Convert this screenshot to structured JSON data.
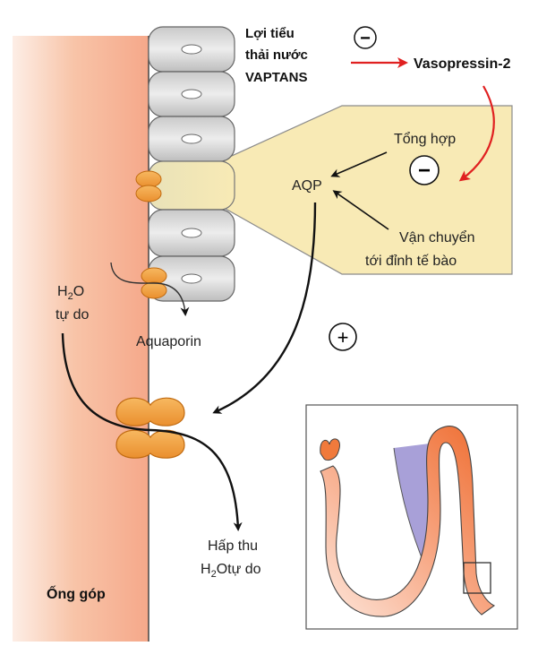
{
  "labels": {
    "loi_tieu_line1": "Lợi tiểu",
    "loi_tieu_line2": "thải nước",
    "vaptans": "VAPTANS",
    "vasopressin": "Vasopressin-2",
    "tong_hop": "Tổng hợp",
    "aqp": "AQP",
    "van_chuyen_line1": "Vận chuyển",
    "van_chuyen_line2": "tới đỉnh tế bào",
    "h2o_h": "H",
    "h2o_sub": "2",
    "h2o_o": "O",
    "tu_do": "tự do",
    "aquaporin": "Aquaporin",
    "hap_thu": "Hấp thu",
    "h2o_tu_do_h": "H",
    "h2o_tu_do_sub": "2",
    "h2o_tu_do_rest": "Otự do",
    "ong_gop": "Ống góp"
  },
  "symbols": {
    "minus": "−",
    "plus": "+"
  },
  "colors": {
    "inhibit_red": "#e02020",
    "aquaporin_orange": "#f0a040",
    "tube_salmon": "#f7b79a",
    "cell_panel_yellow": "#f8eab5",
    "nephron_orange": "#f07a3c",
    "nephron_lavender": "#a8a0d8"
  }
}
